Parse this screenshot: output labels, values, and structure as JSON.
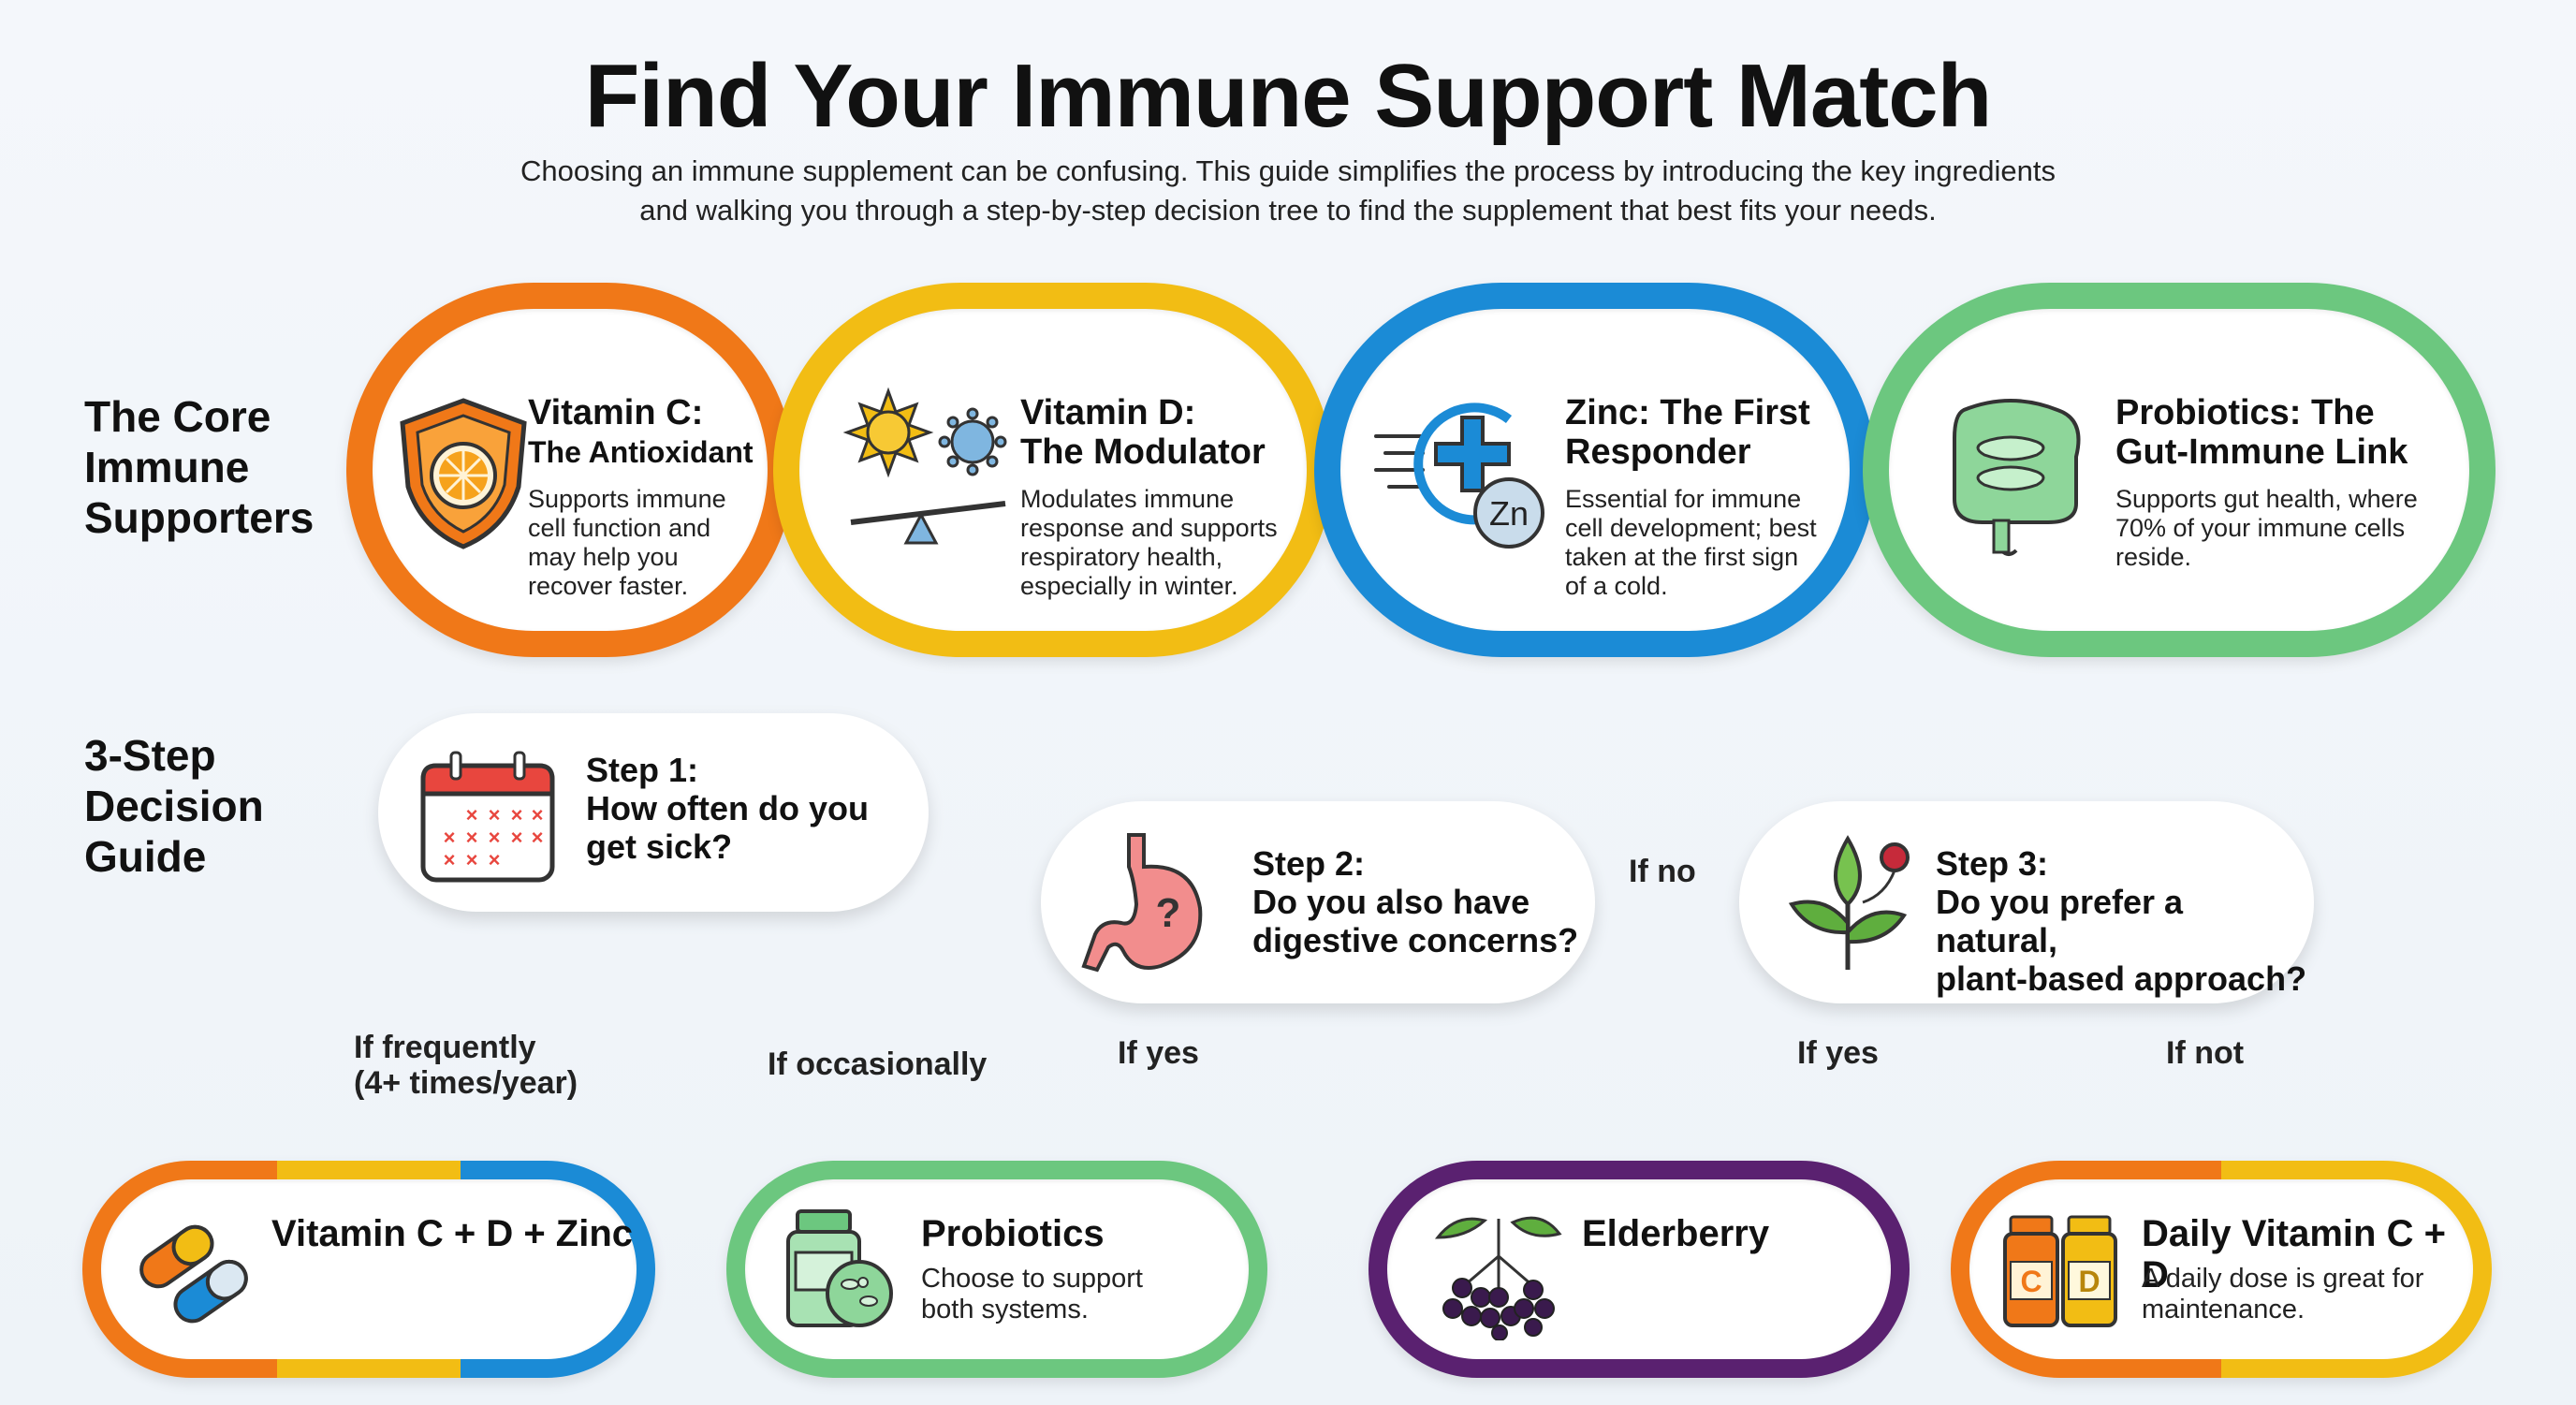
{
  "header": {
    "title": "Find Your Immune Support Match",
    "intro_line1": "Choosing an immune supplement can be confusing. This guide simplifies the process by introducing the key ingredients",
    "intro_line2": "and walking you through a step-by-step decision tree to find the supplement that best fits your needs."
  },
  "supporters": {
    "heading": [
      "The Core",
      "Immune",
      "Supporters"
    ],
    "cards": [
      {
        "title": [
          "Vitamin C:",
          "The Antioxidant"
        ],
        "text": [
          "Supports immune",
          "cell function and",
          "may help you",
          "recover faster."
        ],
        "color": "#f07818",
        "icon": "shield-orange-icon"
      },
      {
        "title": [
          "Vitamin D:",
          "The Modulator"
        ],
        "text": [
          "Modulates immune",
          "response and supports",
          "respiratory health,",
          "especially in winter."
        ],
        "color": "#f2bd14",
        "icon": "sun-balance-icon"
      },
      {
        "title": [
          "Zinc: The First",
          "Responder"
        ],
        "text": [
          "Essential for immune",
          "cell development; best",
          "taken at the first sign",
          "of a cold."
        ],
        "color": "#1b8bd6",
        "icon": "zinc-plus-icon"
      },
      {
        "title": [
          "Probiotics: The",
          "Gut-Immune Link"
        ],
        "text": [
          "Supports gut health, where",
          "70% of your immune cells",
          "reside."
        ],
        "color": "#6cc77f",
        "icon": "intestine-icon"
      }
    ]
  },
  "guide": {
    "heading": [
      "3-Step",
      "Decision",
      "Guide"
    ],
    "steps": [
      {
        "label": "Step 1:",
        "question": [
          "How often do you",
          "get sick?"
        ],
        "icon": "calendar-icon"
      },
      {
        "label": "Step 2:",
        "question": [
          "Do you also have",
          "digestive concerns?"
        ],
        "icon": "stomach-question-icon"
      },
      {
        "label": "Step 3:",
        "question": [
          "Do you prefer a natural,",
          "plant-based approach?"
        ],
        "icon": "plant-leaves-icon"
      }
    ],
    "branches": {
      "frequently": [
        "If frequently",
        "(4+ times/year)"
      ],
      "occasionally": "If occasionally",
      "step2_no": "If no",
      "step2_yes": "If yes",
      "step3_yes": "If yes",
      "step3_not": "If not"
    }
  },
  "results": [
    {
      "title": "Vitamin C + D + Zinc",
      "text": [],
      "colors": [
        "#f07818",
        "#f2bd14",
        "#1b8bd6"
      ],
      "icon": "capsules-icon"
    },
    {
      "title": "Probiotics",
      "text": [
        "Choose to support",
        "both systems."
      ],
      "colors": [
        "#6cc77f"
      ],
      "icon": "probiotic-bottle-icon"
    },
    {
      "title": "Elderberry",
      "text": [],
      "colors": [
        "#5a2170"
      ],
      "icon": "elderberry-icon"
    },
    {
      "title": "Daily Vitamin C + D",
      "text": [
        "A daily dose is great for",
        "maintenance."
      ],
      "colors": [
        "#f07818",
        "#f2bd14"
      ],
      "icon": "vitamin-bottles-icon"
    }
  ]
}
